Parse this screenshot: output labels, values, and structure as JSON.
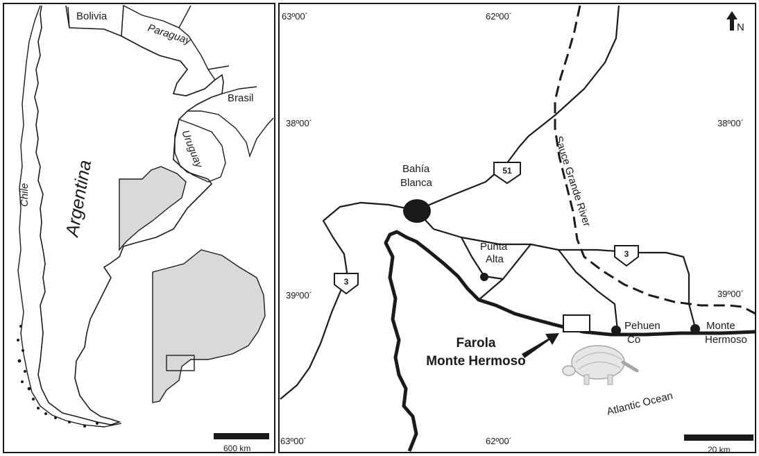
{
  "left_panel": {
    "countries": {
      "bolivia": "Bolivia",
      "paraguay": "Paraguay",
      "brasil": "Brasil",
      "uruguay": "Uruguay",
      "chile": "Chile",
      "argentina": "Argentina"
    },
    "scale_label": "600 km"
  },
  "right_panel": {
    "coords": {
      "lon_a_top": "63º00´",
      "lon_b_top": "62º00´",
      "lat_a_left": "38º00´",
      "lat_a_right": "38º00´",
      "lat_b_left": "39º00´",
      "lat_b_right": "39º00´",
      "lon_a_bottom": "63º00´",
      "lon_b_bottom": "62º00´"
    },
    "north_label": "N",
    "places": {
      "bahia_blanca_1": "Bahía",
      "bahia_blanca_2": "Blanca",
      "punta_alta_1": "Punta",
      "punta_alta_2": "Alta",
      "pehuen_co_1": "Pehuen",
      "pehuen_co_2": "Co",
      "monte_hermoso_1": "Monte",
      "monte_hermoso_2": "Hermoso"
    },
    "site": {
      "line1": "Farola",
      "line2": "Monte Hermoso"
    },
    "river": "Sauce Grande River",
    "ocean": "Atlantic Ocean",
    "roads": {
      "r51": "51",
      "r3_east": "3",
      "r3_west": "3"
    },
    "scale_label": "20 km"
  },
  "colors": {
    "line": "#1a1a1a",
    "province_fill": "#d9d9d9",
    "background": "#ffffff"
  }
}
